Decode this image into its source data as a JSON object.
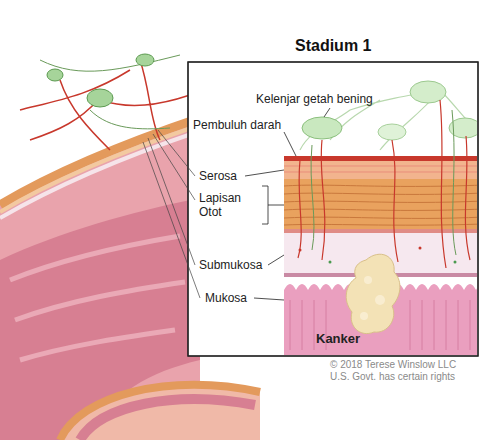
{
  "diagram": {
    "title": "Stadium 1",
    "labels": [
      "Kelenjar getah bening",
      "Pembuluh darah",
      "Serosa",
      "Lapisan Otot",
      "Submukosa",
      "Mukosa",
      "Kanker",
      "© 2018 Terese Winslow LLC",
      "U.S. Govt. has certain rights"
    ]
  }
}
